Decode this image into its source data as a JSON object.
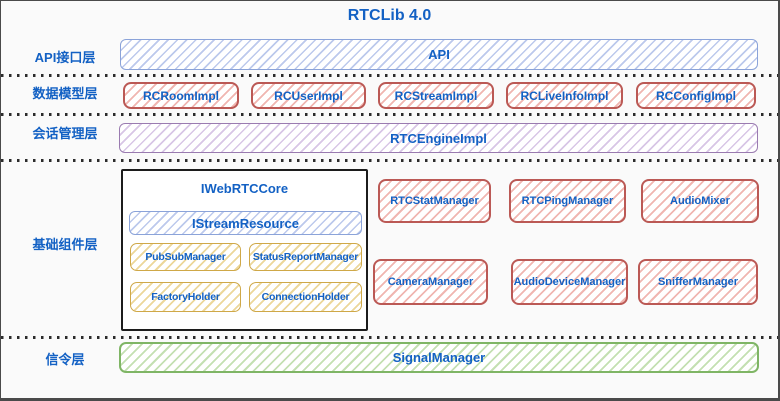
{
  "title": "RTCLib 4.0",
  "layers": {
    "api": {
      "label": "API接口层",
      "box": "API"
    },
    "data_model": {
      "label": "数据模型层",
      "boxes": [
        "RCRoomImpl",
        "RCUserImpl",
        "RCStreamImpl",
        "RCLiveInfoImpl",
        "RCConfigImpl"
      ]
    },
    "session": {
      "label": "会话管理层",
      "box": "RTCEngineImpl"
    },
    "base": {
      "label": "基础组件层",
      "core": {
        "title": "IWebRTCCore",
        "interface": "IStreamResource",
        "components": [
          "PubSubManager",
          "StatusReportManager",
          "FactoryHolder",
          "ConnectionHolder"
        ]
      },
      "row1": [
        "RTCStatManager",
        "RTCPingManager",
        "AudioMixer"
      ],
      "row2": [
        "CameraManager",
        "AudioDeviceManager",
        "SnifferManager"
      ]
    },
    "signal": {
      "label": "信令层",
      "box": "SignalManager"
    }
  },
  "colors": {
    "text-accent": "#1361c4",
    "sketch-red": "#bb5955",
    "sketch-red-fill": "#f0b6b1",
    "sketch-blue": "#8ba3d9",
    "sketch-blue-fill": "#bcc9ec",
    "sketch-purple": "#9a7bb0",
    "sketch-purple-fill": "#d8c6e6",
    "sketch-yellow": "#cfa848",
    "sketch-yellow-fill": "#ecd79a",
    "sketch-green": "#7fb565",
    "sketch-green-fill": "#c4e0b2",
    "core-border": "#1c1c1c",
    "divider": "#2b2b2b",
    "frame-border": "#4a4a4a",
    "background": "#fafafa"
  }
}
